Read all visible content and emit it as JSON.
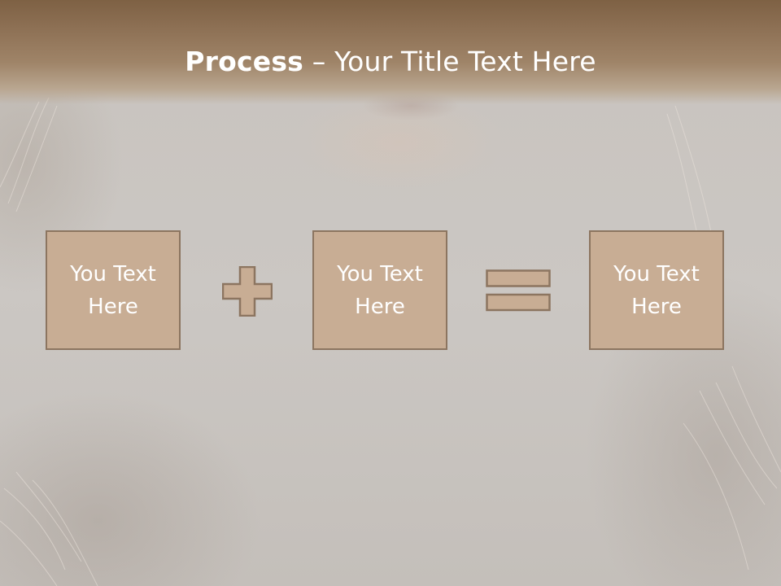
{
  "slide": {
    "title_bold": "Process",
    "title_rest": " – Your Title Text Here",
    "boxes": [
      {
        "text": "You Text\nHere"
      },
      {
        "text": "You Text\nHere"
      },
      {
        "text": "You Text\nHere"
      }
    ],
    "operators": [
      {
        "icon": "plus-icon"
      },
      {
        "icon": "equals-icon"
      }
    ]
  },
  "colors": {
    "header_band": "#8c6f53",
    "box_fill": "#c8ad94",
    "box_border": "#8c7560",
    "text": "#ffffff",
    "background": "#c9c5c1"
  }
}
